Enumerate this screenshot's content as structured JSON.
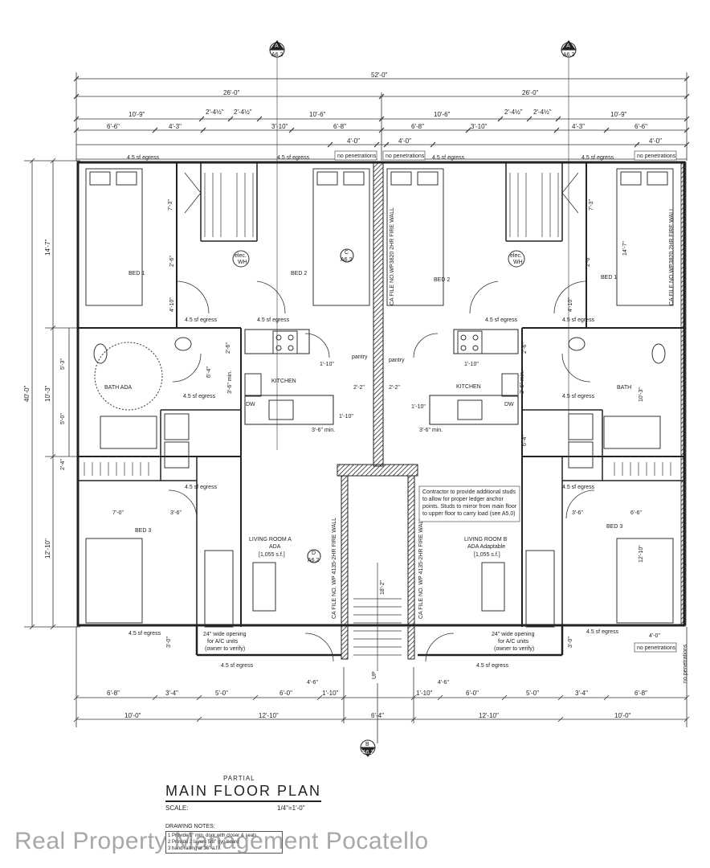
{
  "dims": {
    "overall": "52'-0\"",
    "halves": [
      "26'-0\"",
      "26'-0\""
    ],
    "row3_left": [
      "10'-9\"",
      "2'-4½\"",
      "2'-4½\"",
      "10'-6\""
    ],
    "row3_right": [
      "10'-6\"",
      "2'-4½\"",
      "2'-4½\"",
      "10'-9\""
    ],
    "row4_left": [
      "6'-6\"",
      "4'-3\"",
      "3'-10\"",
      "6'-8\""
    ],
    "row4_right": [
      "6'-8\"",
      "3'-10\"",
      "4'-3\"",
      "6'-6\""
    ],
    "four_ft": "4'-0\"",
    "left_vertical": [
      "14'-7\"",
      "10'-3\"",
      "12'-10\""
    ],
    "left_total": "40'-0\"",
    "bottom_row1_left": [
      "6'-8\"",
      "3'-4\"",
      "5'-0\"",
      "6'-0\"",
      "1'-10\""
    ],
    "bottom_row1_right": [
      "1'-10\"",
      "6'-0\"",
      "5'-0\"",
      "3'-4\"",
      "6'-8\""
    ],
    "bottom_row2_left": [
      "10'-0\"",
      "12'-10\""
    ],
    "bottom_row2_right": [
      "12'-10\"",
      "10'-0\""
    ],
    "stair_width": "6'-4\"",
    "misc_left": [
      "7'-3\"",
      "2'-6\"",
      "4'-10\"",
      "7'-0\"",
      "3'-6\"",
      "2'-6\"",
      "6'-4\"",
      "3'-6\" min.",
      "1'-10\"",
      "2'-2\"",
      "1'-10\"",
      "5'-3\"",
      "5'-0\"",
      "2'-4\"",
      "3'-0\"",
      "4'-6\"",
      "3'-6\" min."
    ],
    "misc_right": [
      "7'-3\"",
      "2'-6\"",
      "4'-10\"",
      "6'-6\"",
      "3'-6\"",
      "2'-6\"",
      "6'-4\"",
      "3'-6\" min.",
      "1'-10\"",
      "2'-2\"",
      "1'-10\"",
      "10'-3\"",
      "12'-10\"",
      "14'-7\"",
      "4'-6\"",
      "3'-6\" min.",
      "3'-0\"",
      "4'-0\""
    ]
  },
  "egress": "4.5 sf egress",
  "no_penetrations": "no penetrations",
  "fire_wall": "CA FILE NO.WP3820 2HR FIRE WALL",
  "fire_wall_lower": "CA FILE NO. WP 4135-2HR FIRE WALL",
  "section_markers": {
    "top_left": {
      "letter": "A",
      "sheet": "A6.2"
    },
    "top_right": {
      "letter": "A",
      "sheet": "A6.2"
    },
    "center_upper": {
      "letter": "C",
      "sheet": "A6.2"
    },
    "center_lower": {
      "letter": "D",
      "sheet": "A6.2"
    },
    "bottom": {
      "letter": "B",
      "sheet": "A6.2"
    }
  },
  "rooms": {
    "bed1_left": "BED 1",
    "bed2_left": "BED 2",
    "bed2_right": "BED 2",
    "bed1_right": "BED 1",
    "bath_left": "BATH ADA",
    "bath_right": "BATH",
    "kitchen_left": "KITCHEN",
    "kitchen_right": "KITCHEN",
    "pantry_left": "pantry",
    "pantry_right": "pantry",
    "bed3_left": "BED 3",
    "bed3_right": "BED 3",
    "living_a": [
      "LIVING ROOM A",
      "ADA",
      "[1,055 s.f.]"
    ],
    "living_b": [
      "LIVING ROOM B",
      "ADA Adaptable",
      "[1,055 s.f.]"
    ],
    "elec": [
      "elec.",
      "WH"
    ],
    "dw": "DW"
  },
  "notes": {
    "contractor": [
      "Contractor to provide additional studs",
      "to allow for proper ledger anchor",
      "points. Studs to mirror from main floor",
      "to upper floor to carry load (see A5.0)"
    ],
    "ac_left": [
      "24\" wide opening",
      "for A/C units",
      "(owner to verify)"
    ],
    "ac_right": [
      "24\" wide opening",
      "for A/C units",
      "(owner to verify)"
    ],
    "stair": "18'-2\"",
    "up": "UP"
  },
  "title": {
    "partial": "PARTIAL",
    "main": "MAIN FLOOR PLAN",
    "scale_label": "SCALE:",
    "scale": "1/4\"=1'-0\"",
    "notes_header": "DRAWING NOTES:",
    "notes": [
      "1  Provide 1\" min. door with closer & seals.",
      "2  Provide 2 layers 5/8\" gyp board",
      "3  hand railing at 36\" a.f.f."
    ]
  },
  "watermark": "Real Property Management Pocatello"
}
